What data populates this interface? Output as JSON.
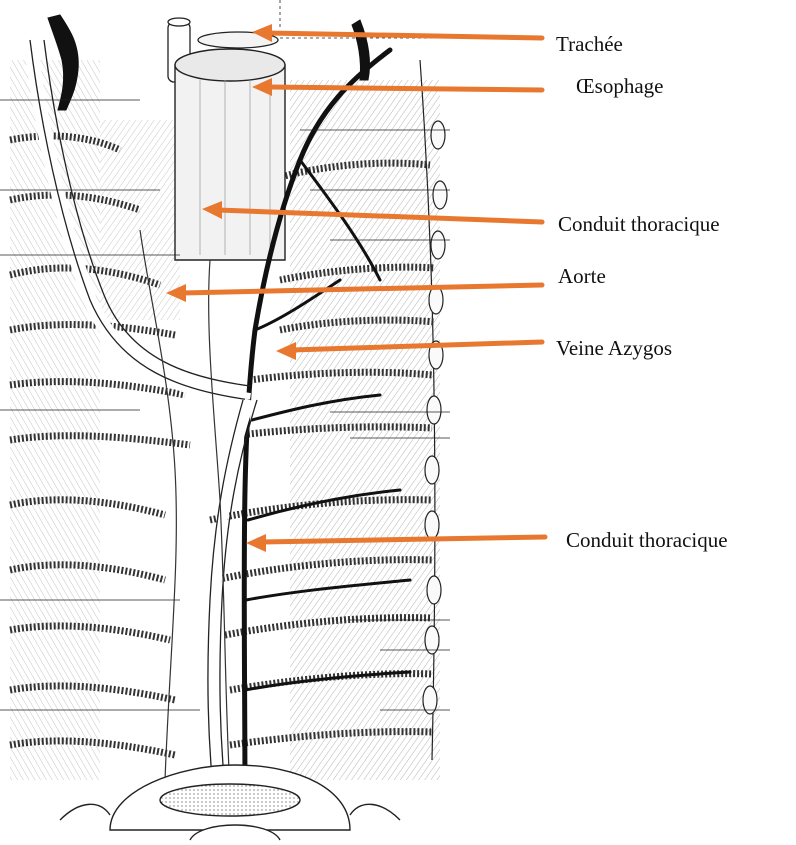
{
  "labels": {
    "trachee": "Trachée",
    "oesophage": "Œsophage",
    "conduit_thoracique_upper": "Conduit thoracique",
    "aorte": "Aorte",
    "veine_azygos": "Veine Azygos",
    "conduit_thoracique_lower": "Conduit thoracique"
  },
  "colors": {
    "arrow": "#E8782F",
    "ink": "#1a1a1a",
    "background": "#ffffff"
  }
}
